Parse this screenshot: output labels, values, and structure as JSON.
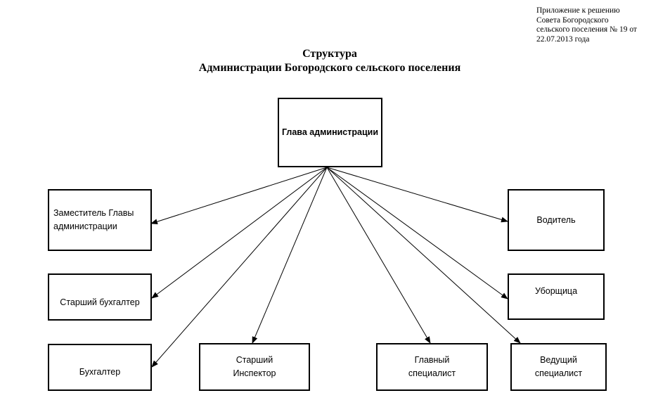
{
  "note": {
    "lines": [
      "Приложение к решению",
      "Совета  Богородского",
      "сельского поселения № 19  от",
      "22.07.2013  года"
    ]
  },
  "title": {
    "line1": "Структура",
    "line2": "Администрации Богородского сельского поселения"
  },
  "boxes": {
    "head": "Глава администрации",
    "deputy": "Заместитель Главы\nадминистрации",
    "senior_accountant": "Старший бухгалтер",
    "accountant": "Бухгалтер",
    "senior_inspector": "Старший\nИнспектор",
    "chief_specialist": "Главный\nспециалист",
    "leading_specialist": "Ведущий\nспециалист",
    "driver": "Водитель",
    "cleaner": "Уборщица"
  }
}
